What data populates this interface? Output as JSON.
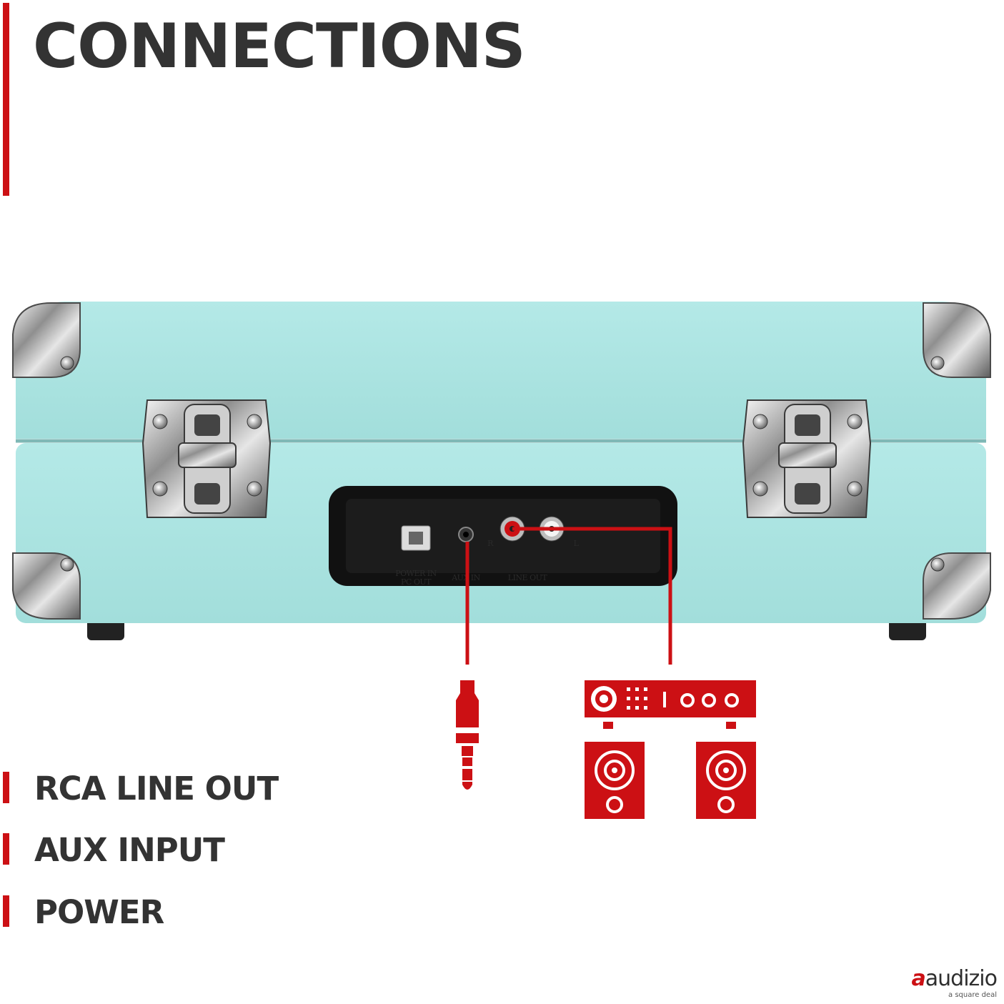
{
  "title": "CONNECTIONS",
  "features": [
    "RCA LINE OUT",
    "AUX INPUT",
    "POWER"
  ],
  "ports": {
    "usb": "POWER IN",
    "usb_sub": "PC OUT",
    "aux": "AUX IN",
    "line_out": "LINE OUT",
    "right": "R",
    "left": "L"
  },
  "icons": [
    "aux-cable-icon",
    "amplifier-icon",
    "speaker-icon"
  ],
  "colors": {
    "accent": "#cc1014",
    "text": "#333333",
    "case": "#a9e4e2",
    "panel": "#111111"
  },
  "brand": {
    "mark": "a",
    "name": "audizio",
    "tagline": "a square deal"
  }
}
